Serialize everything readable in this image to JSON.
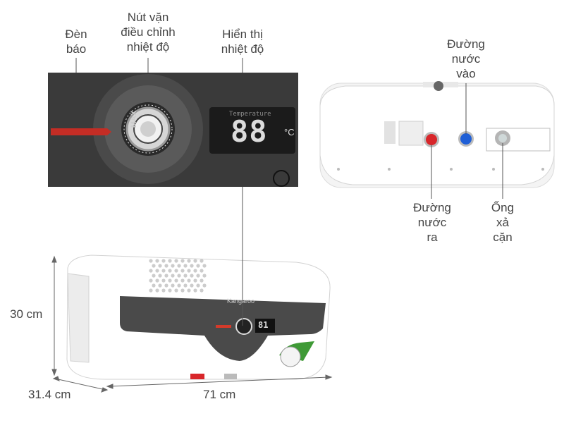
{
  "labels": {
    "indicator_light": "Đèn\nbáo",
    "temperature_knob": "Nút vặn\nđiều chỉnh\nnhiệt độ",
    "temperature_display": "Hiển thị\nnhiệt độ",
    "water_inlet": "Đường\nnước\nvào",
    "water_outlet": "Đường\nnước\nra",
    "drain_pipe": "Ống\nxả\ncặn"
  },
  "panel": {
    "display_header": "Temperature",
    "display_digits": "88",
    "display_unit": "°C",
    "knob_max": "MAX"
  },
  "heater": {
    "brand": "Kangaroo",
    "mini_display": "81"
  },
  "dimensions": {
    "height": "30 cm",
    "depth": "31.4 cm",
    "width": "71 cm"
  },
  "colors": {
    "inlet": "#1f5fd6",
    "outlet": "#d8262a",
    "indicator": "#d43a2a",
    "brand_green": "#3f9a36"
  }
}
